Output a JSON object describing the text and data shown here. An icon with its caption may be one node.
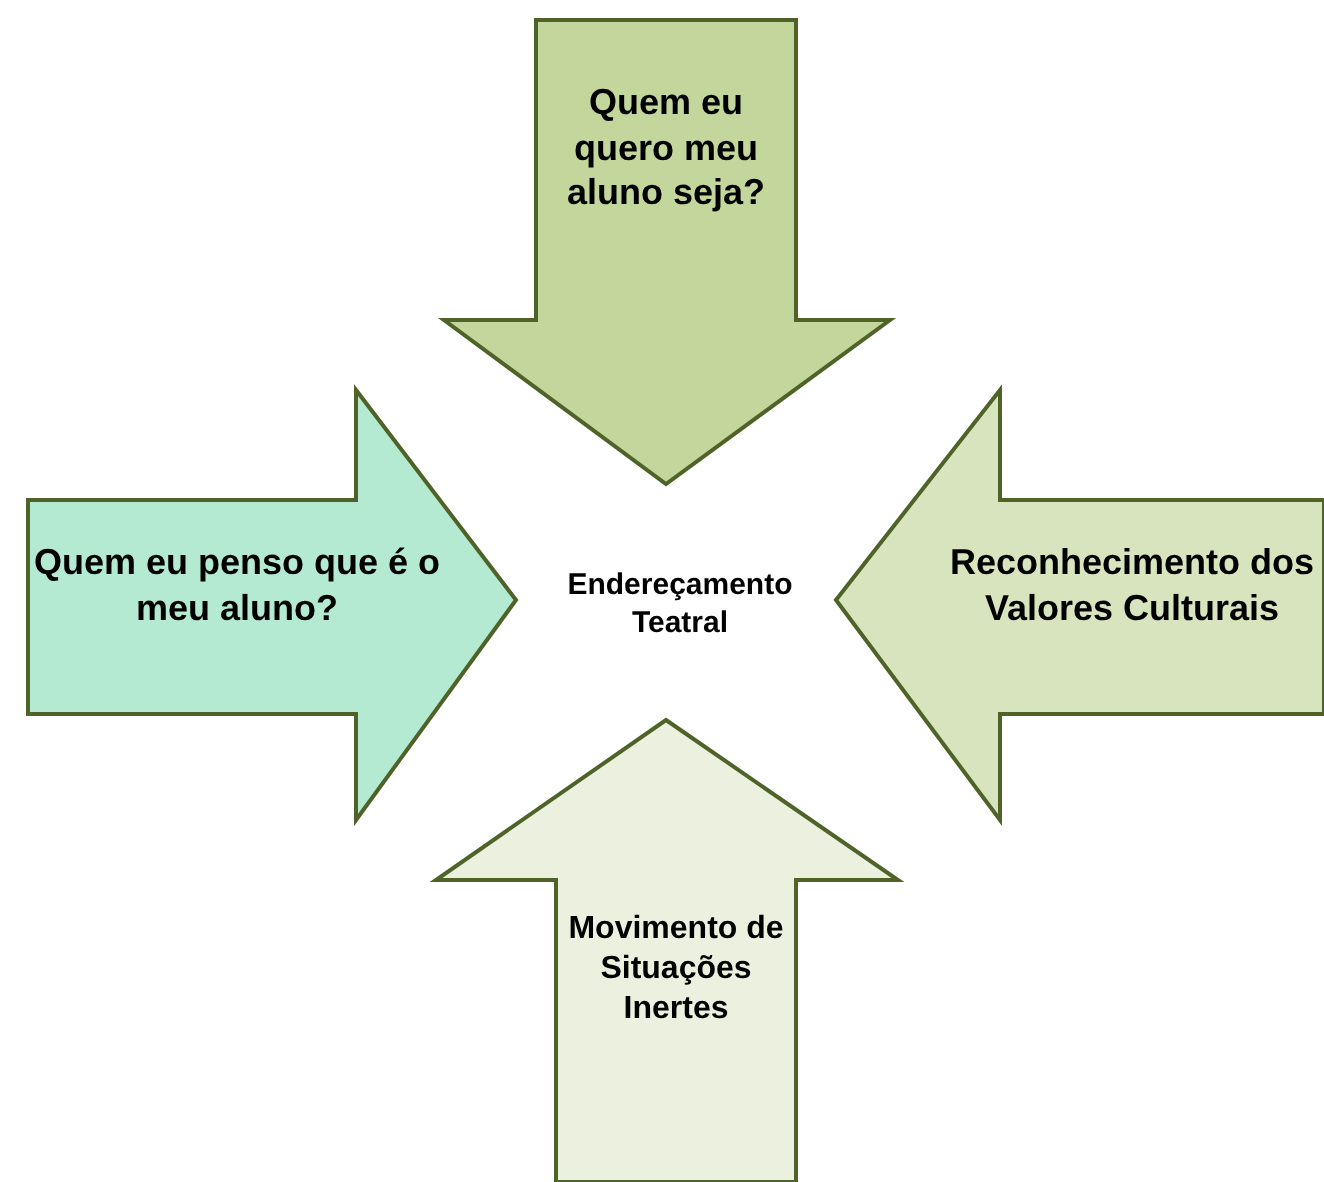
{
  "diagram": {
    "nodes": [
      {
        "text": [
          "Quem eu quero meu aluno seja?"
        ]
      },
      {
        "text": [
          "Quem eu penso que é o meu aluno?"
        ]
      },
      {
        "text": [
          "Reconhecimento dos Valores Culturais"
        ]
      },
      {
        "text": [
          "Movimento de Situações Inertes"
        ]
      }
    ],
    "labels": [
      "Endereçamento Teatral"
    ]
  }
}
